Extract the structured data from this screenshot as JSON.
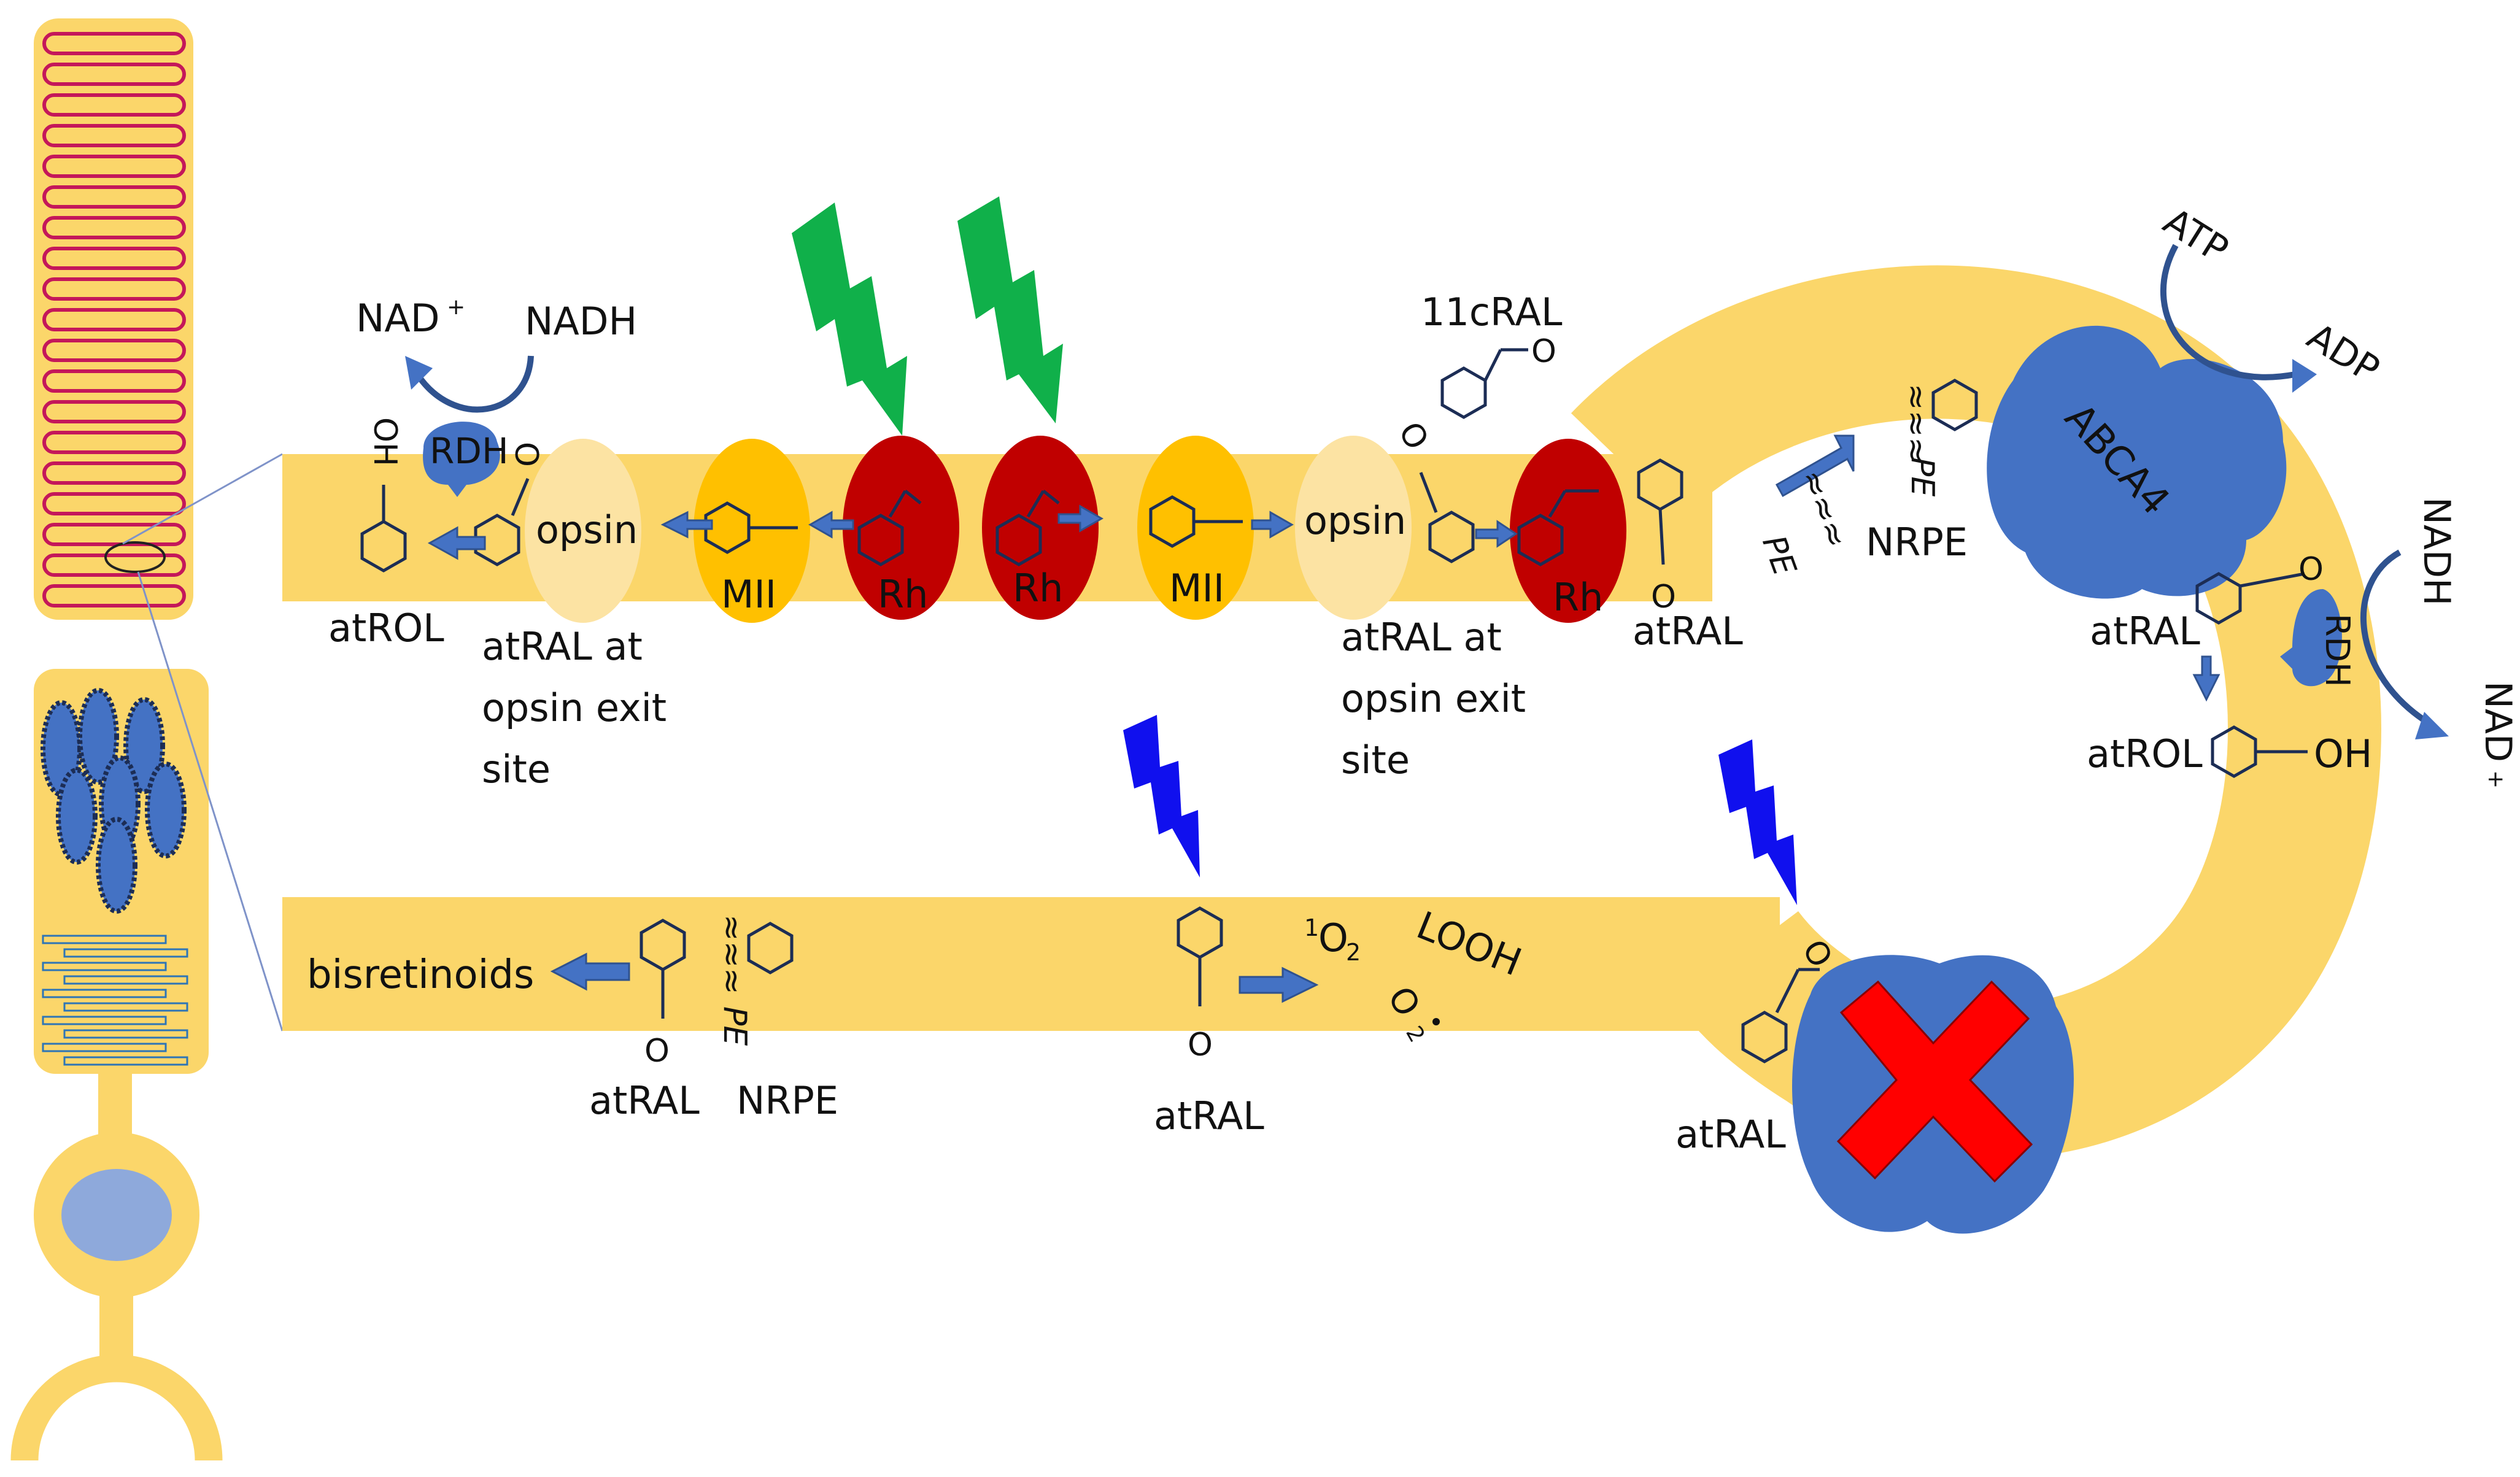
{
  "colors": {
    "membrane": "#fbd66a",
    "membrane_light": "#fbe6a0",
    "outer_segment_disc": "#c4175a",
    "rhodopsin": "#c00000",
    "meta_ii": "#ffc000",
    "opsin_exit": "#fce3a3",
    "abca4": "#4472c4",
    "rdh": "#4472c4",
    "arrow": "#4472c4",
    "uv_bolt": "#1010ee",
    "green_bolt": "#10b04a",
    "blocked_x": "#ff0000",
    "nucleus": "#8ea9db"
  },
  "labels": {
    "nad_plus_left": "NAD",
    "nad_plus_left_sup": "+",
    "nadh_left": "NADH",
    "rdh_left": "RDH",
    "atrol_left": "atROL",
    "opsin_left": "opsin",
    "exit_left_1": "atRAL at",
    "exit_left_2": "opsin exit",
    "exit_left_3": "site",
    "mii_left": "MII",
    "rh_1": "Rh",
    "rh_2": "Rh",
    "mii_right": "MII",
    "opsin_right": "opsin",
    "exit_right_1": "atRAL at",
    "exit_right_2": "opsin exit",
    "exit_right_3": "site",
    "cral": "11cRAL",
    "rh_3": "Rh",
    "atral_top": "atRAL",
    "pe_top": "PE",
    "nrpe_top": "NRPE",
    "pe_nrpe": "PE",
    "abca4": "ABCA4",
    "atp": "ATP",
    "adp": "ADP",
    "nadh_right": "NADH",
    "nad_plus_right": "NAD",
    "nad_plus_right_sup": "+",
    "rdh_right": "RDH",
    "atral_right": "atRAL",
    "atrol_right": "atROL",
    "oh_right": "OH",
    "bisretinoids": "bisretinoids",
    "atral_bottom_left": "atRAL",
    "nrpe_bottom": "NRPE",
    "pe_bottom": "PE",
    "atral_bottom_mid": "atRAL",
    "singlet_oxygen_sup": "1",
    "singlet_oxygen": "O",
    "singlet_oxygen_sub": "2",
    "looh": "LOOH",
    "superoxide": "O",
    "superoxide_sub": "2",
    "atral_bottom_right": "atRAL",
    "oxygen": "O",
    "hydroxyl": "OH"
  }
}
